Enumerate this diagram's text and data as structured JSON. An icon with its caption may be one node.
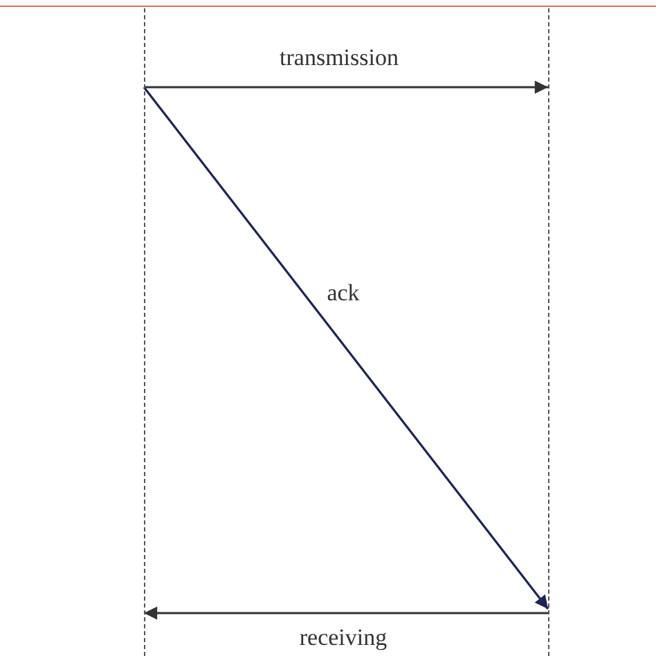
{
  "diagram": {
    "nodes": [
      {
        "text": [],
        "shape": "line"
      },
      {
        "text": [],
        "shape": "line"
      }
    ],
    "edges": [
      {
        "from": 0,
        "to": 1,
        "arrow": "to",
        "label": "transmission"
      },
      {
        "from": 0,
        "to": 1,
        "arrow": "to",
        "label": "ack",
        "color": "#1c2457"
      },
      {
        "from": 1,
        "to": 0,
        "arrow": "to",
        "label": "receiving"
      }
    ]
  }
}
